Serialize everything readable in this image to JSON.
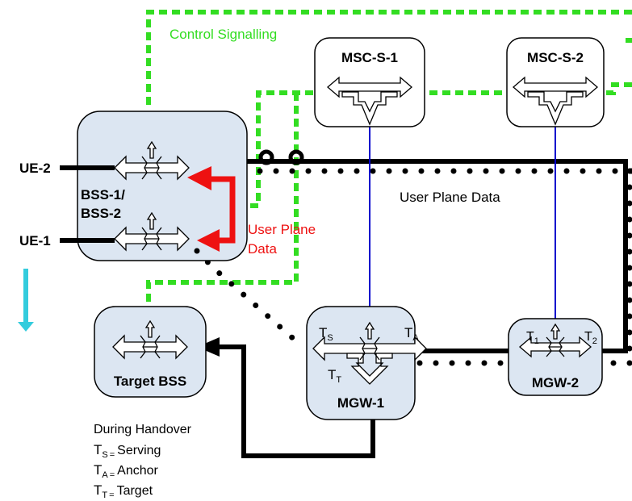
{
  "labels": {
    "control_signalling": "Control Signalling",
    "user_plane_data": "User Plane Data",
    "user_plane_red_1": "User Plane",
    "user_plane_red_2": "Data",
    "ue2": "UE-2",
    "ue1": "UE-1"
  },
  "nodes": {
    "msc1": "MSC-S-1",
    "msc2": "MSC-S-2",
    "bss12_line1": "BSS-1/",
    "bss12_line2": "BSS-2",
    "target_bss": "Target BSS",
    "mgw1": "MGW-1",
    "mgw2": "MGW-2"
  },
  "terminations": {
    "ts": {
      "main": "T",
      "sub": "S"
    },
    "ta": {
      "main": "T",
      "sub": "A"
    },
    "tt": {
      "main": "T",
      "sub": "T"
    },
    "t1": {
      "main": "T",
      "sub": "1"
    },
    "t2": {
      "main": "T",
      "sub": "2"
    }
  },
  "legend": {
    "heading": "During Handover",
    "items": [
      {
        "main": "T",
        "sub": "S",
        "eq": "=",
        "text": "Serving"
      },
      {
        "main": "T",
        "sub": "A",
        "eq": "=",
        "text": "Anchor"
      },
      {
        "main": "T",
        "sub": "T",
        "eq": "=",
        "text": "Target"
      }
    ]
  },
  "colors": {
    "control": "#33dd22",
    "user_plane": "#000000",
    "red": "#ee1111",
    "node_fill": "#dce6f2",
    "node_stroke": "#000000",
    "link": "#0000cc",
    "down_arrow": "#33ccdd"
  }
}
